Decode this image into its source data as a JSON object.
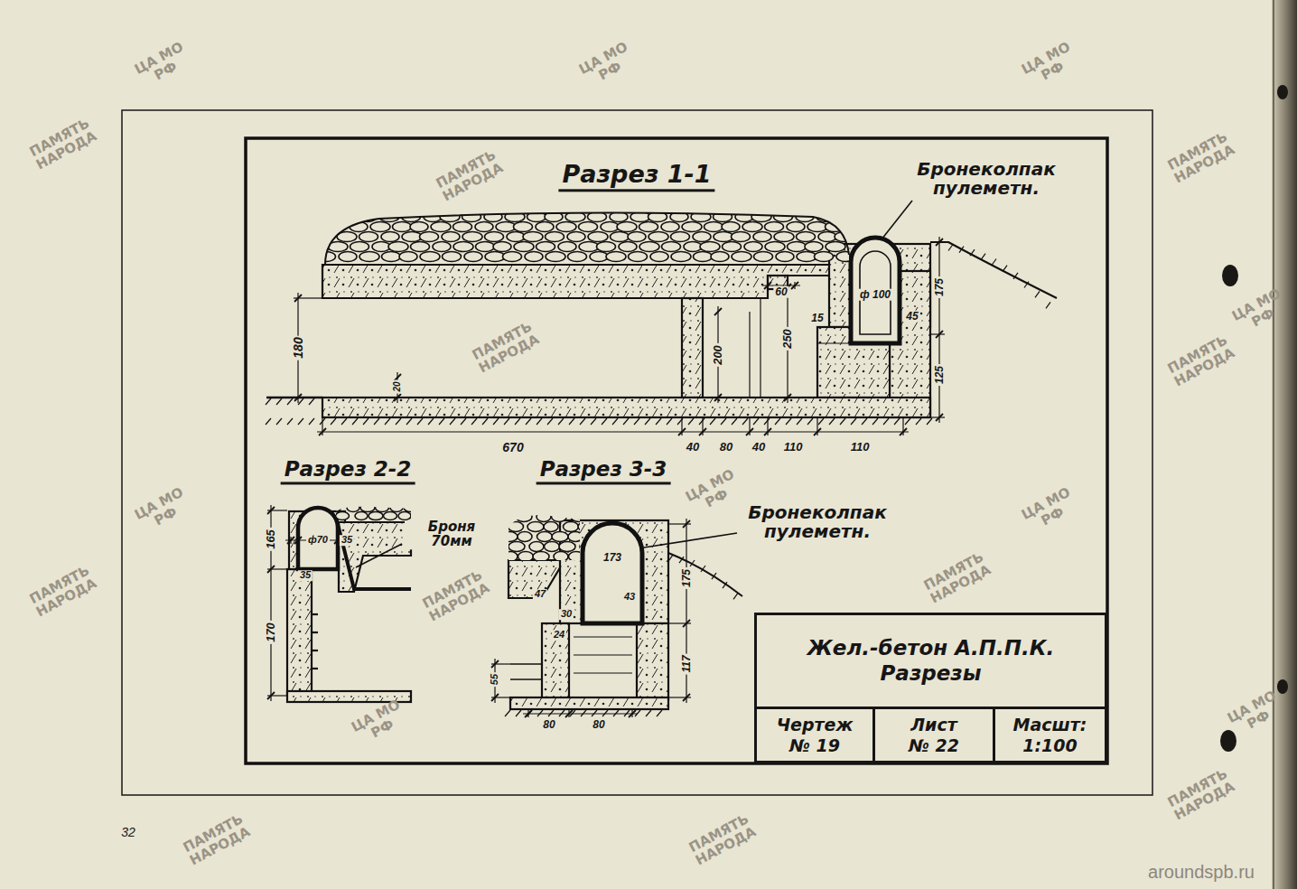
{
  "diagram": {
    "nodes": [
      {
        "text": [
          "Жел.-бетон А.П.П.К.",
          "Разрезы"
        ]
      },
      {
        "text": [
          "Чертеж",
          "№ 19"
        ],
        "in": 0
      },
      {
        "text": [
          "Лист",
          "№ 22"
        ],
        "in": 0
      },
      {
        "text": [
          "Масшт:",
          "1:100"
        ],
        "in": 0
      }
    ],
    "labels": [
      "Разрез 1-1",
      "Бронеколпак пулеметн.",
      "180",
      "20",
      "670",
      "40",
      "80",
      "40",
      "110",
      "110",
      "200",
      "250",
      "60",
      "15",
      "ф 100",
      "45",
      "175",
      "125",
      "Разрез 2-2",
      "165",
      "ф70",
      "35",
      "35",
      "170",
      "Броня 70мм",
      "Разрез 3-3",
      "Бронеколпак пулеметн.",
      "173",
      "175",
      "47",
      "43",
      "30",
      "24",
      "117",
      "55",
      "80",
      "80",
      "32",
      "aroundspb.ru",
      "ЦА МО РФ",
      "ЦА МО РФ",
      "ЦА МО РФ",
      "ЦА МО РФ",
      "ЦА МО РФ",
      "ЦА МО РФ",
      "ЦА МО РФ",
      "ЦА МО РФ",
      "ЦА МО РФ",
      "ПАМЯТЬ НАРОДА",
      "ПАМЯТЬ НАРОДА",
      "ПАМЯТЬ НАРОДА",
      "ПАМЯТЬ НАРОДА",
      "ПАМЯТЬ НАРОДА",
      "ПАМЯТЬ НАРОДА",
      "ПАМЯТЬ НАРОДА",
      "ПАМЯТЬ НАРОДА",
      "ПАМЯТЬ НАРОДА",
      "ПАМЯТЬ НАРОДА",
      "ПАМЯТЬ НАРОДА"
    ]
  }
}
